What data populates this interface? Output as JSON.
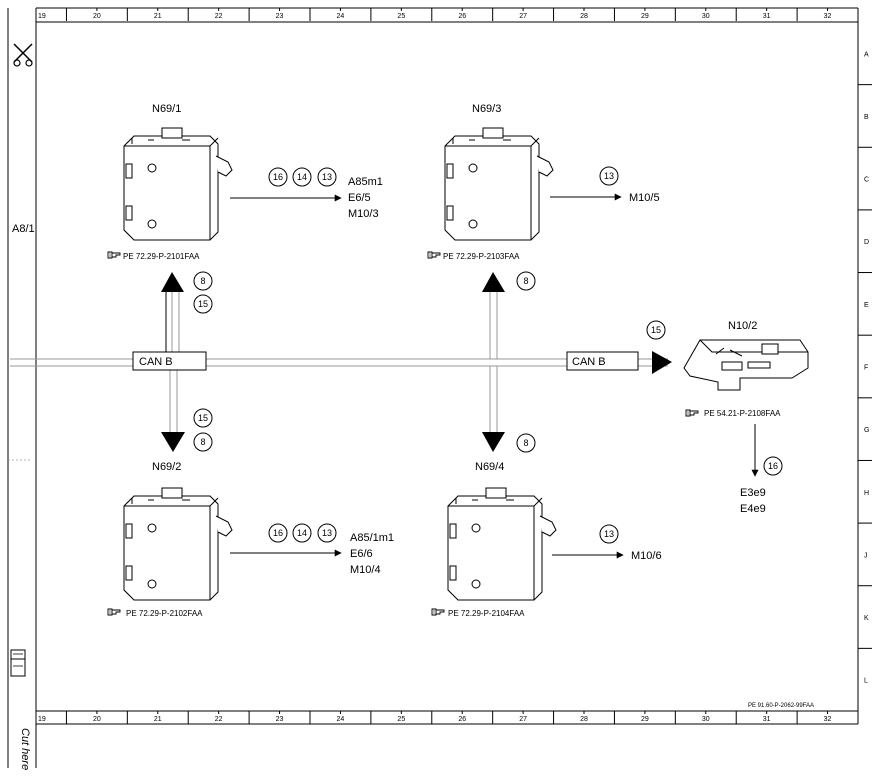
{
  "columns": [
    "19",
    "20",
    "21",
    "22",
    "23",
    "24",
    "25",
    "26",
    "27",
    "28",
    "29",
    "30",
    "31",
    "32"
  ],
  "rows": [
    "A",
    "B",
    "C",
    "D",
    "E",
    "F",
    "G",
    "H",
    "J",
    "K",
    "L"
  ],
  "side_label": "A8/1",
  "modules": {
    "n69_1": {
      "name": "N69/1",
      "ref": "PE 72.29-P-2101FAA",
      "connectors": [
        "16",
        "14",
        "13"
      ],
      "targets": [
        "A85m1",
        "E6/5",
        "M10/3"
      ]
    },
    "n69_3": {
      "name": "N69/3",
      "ref": "PE 72.29-P-2103FAA",
      "connectors": [
        "13"
      ],
      "targets": [
        "M10/5"
      ]
    },
    "n69_2": {
      "name": "N69/2",
      "ref": "PE 72.29-P-2102FAA",
      "connectors": [
        "16",
        "14",
        "13"
      ],
      "targets": [
        "A85/1m1",
        "E6/6",
        "M10/4"
      ]
    },
    "n69_4": {
      "name": "N69/4",
      "ref": "PE 72.29-P-2104FAA",
      "connectors": [
        "13"
      ],
      "targets": [
        "M10/6"
      ]
    },
    "n10_2": {
      "name": "N10/2",
      "ref": "PE 54.21-P-2108FAA",
      "connectors": [
        "16"
      ],
      "targets": [
        "E3e9",
        "E4e9"
      ]
    }
  },
  "bus": {
    "label": "CAN B"
  },
  "bus_connectors": {
    "up_left": [
      "8",
      "15"
    ],
    "down_left": [
      "15",
      "8"
    ],
    "up_right": "8",
    "down_right": "8",
    "to_n10": "15"
  },
  "footer_ref": "PE 91.60-P-2062-99FAA",
  "cut_here": "Cut here"
}
